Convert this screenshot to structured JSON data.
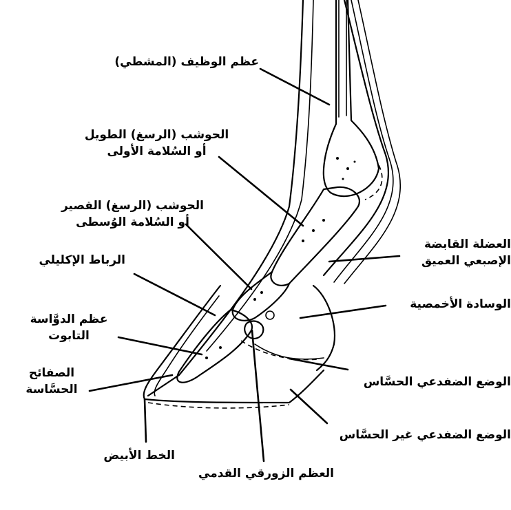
{
  "labels": {
    "cannon_bone": "عظم الوظيف (المشطي)",
    "long_pastern_1": "الحوشب (الرسغ) الطويل",
    "long_pastern_2": "أو السُلامة الأولى",
    "short_pastern_1": "الحوشب (الرسغ) القصير",
    "short_pastern_2": "أو السُلامة الوُسطى",
    "coronary_ligament": "الرباط الإكليلي",
    "coffin_bone_1": "عظم الدوَّاسة",
    "coffin_bone_2": "التابوت",
    "sensitive_laminae_1": "الصفائح",
    "sensitive_laminae_2": "الحسَّاسة",
    "white_line": "الخط الأبيض",
    "navicular_bone": "العظم الزورقي القدمي",
    "flexor_tendon_1": "العضلة القابضة",
    "flexor_tendon_2": "الإصبعي العميق",
    "digital_cushion": "الوسادة الأخمصية",
    "sensitive_frog": "الوضع الضفدعي الحسَّاس",
    "insensitive_frog": "الوضع الضفدعي غير الحسَّاس"
  }
}
